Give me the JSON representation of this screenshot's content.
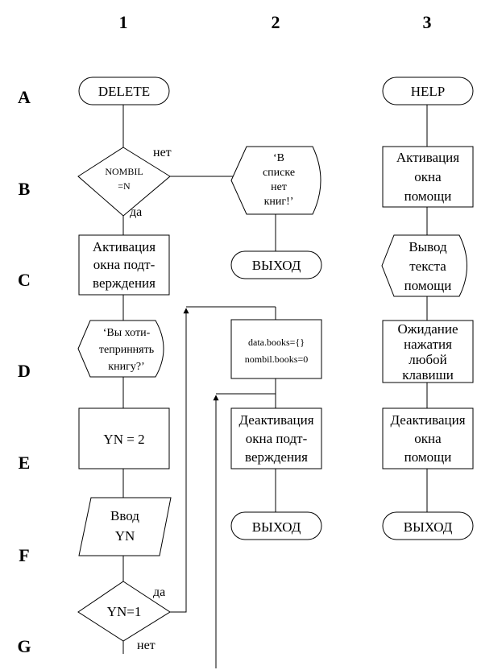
{
  "column_headers": [
    "1",
    "2",
    "3"
  ],
  "row_headers": [
    "A",
    "B",
    "C",
    "D",
    "E",
    "F",
    "G"
  ],
  "col1": {
    "delete": "DELETE",
    "decision": [
      "NOMBIL",
      "=N"
    ],
    "decision_no": "нет",
    "decision_yes": "да",
    "activate": [
      "Активация",
      "окна подт-",
      "верждения"
    ],
    "question": [
      "‘Вы хоти-",
      "теприннять",
      "книгу?’"
    ],
    "yn_assign": "YN = 2",
    "input": [
      "Ввод",
      "YN"
    ],
    "yn_check": "YN=1",
    "yn_yes": "да",
    "yn_no": "нет"
  },
  "col2": {
    "message": [
      "‘В",
      "списке",
      "нет",
      "книг!’"
    ],
    "exit1": "ВЫХОД",
    "assign": [
      "data.books={}",
      "nombil.books=0"
    ],
    "deactivate": [
      "Деактивация",
      "окна подт-",
      "верждения"
    ],
    "exit2": "ВЫХОД"
  },
  "col3": {
    "help": "HELP",
    "activate": [
      "Активация",
      "окна",
      "помощи"
    ],
    "output": [
      "Вывод",
      "текста",
      "помощи"
    ],
    "wait": [
      "Ожидание",
      "нажатия",
      "любой",
      "клавиши"
    ],
    "deactivate": [
      "Деактивация",
      "окна",
      "помощи"
    ],
    "exit": "ВЫХОД"
  }
}
